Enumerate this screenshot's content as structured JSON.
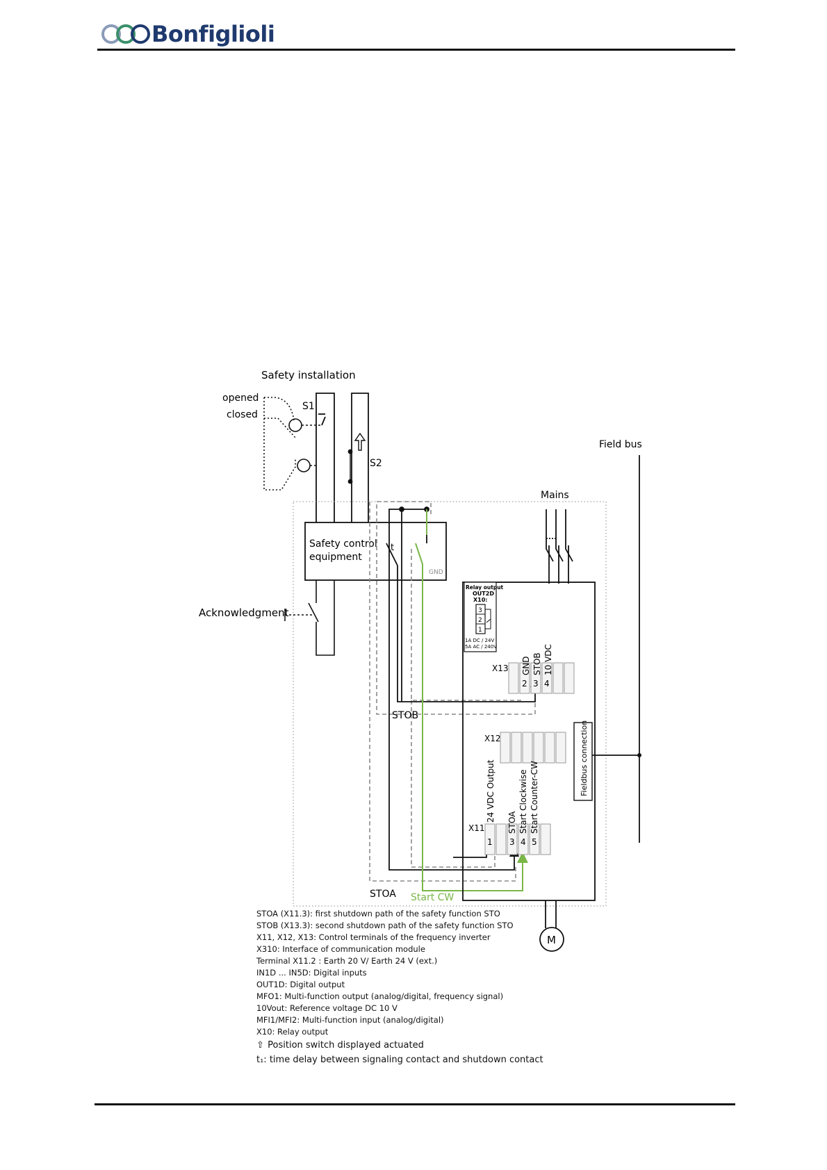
{
  "header": {
    "brand": "Bonfiglioli"
  },
  "diagram": {
    "safety_installation": "Safety installation",
    "opened": "opened",
    "closed": "closed",
    "s1": "S1",
    "s2": "S2",
    "field_bus": "Field bus",
    "mains": "Mains",
    "safety_control": [
      "Safety control",
      "equipment"
    ],
    "t1": "t",
    "gnd_small": "GND",
    "acknowledgment": "Acknowledgment",
    "relay": [
      "Relay output",
      "OUT2D",
      "X10:"
    ],
    "relay_pins": [
      "3",
      "2",
      "1"
    ],
    "relay_rating": [
      "1A DC / 24V",
      "5A AC / 240V"
    ],
    "x13": "X13",
    "x13_labels": [
      "GND",
      "STOB",
      "10 VDC"
    ],
    "x13_nums": [
      "2",
      "3",
      "4"
    ],
    "x12": "X12",
    "fieldbus_connection": "Fieldbus connection",
    "x11": "X11",
    "x11_labels": [
      "24 VDC Output",
      "STOA",
      "Start Clockwise",
      "Start Counter-CW"
    ],
    "x11_nums": [
      "1",
      "3",
      "4",
      "5"
    ],
    "stob": "STOB",
    "stoa": "STOA",
    "start_cw": "Start CW",
    "motor": "M",
    "colors": {
      "green": "#7ab648",
      "gray": "#8a8a8a",
      "line": "#111111"
    }
  },
  "legend": [
    "STOA (X11.3): first shutdown path of the safety function STO",
    "STOB (X13.3): second shutdown path of the safety function STO",
    "X11, X12, X13: Control terminals of the frequency inverter",
    "X310: Interface of communication module",
    "Terminal X11.2 : Earth 20 V/ Earth 24 V (ext.)",
    "IN1D ... IN5D: Digital inputs",
    "OUT1D: Digital output",
    "MFO1: Multi-function output (analog/digital, frequency signal)",
    "10Vout: Reference voltage DC 10 V",
    "MFI1/MFI2: Multi-function input (analog/digital)",
    "X10: Relay output"
  ],
  "legend_symbol": "Position switch displayed actuated",
  "legend_t1": "t₁: time delay between signaling contact and shutdown contact"
}
